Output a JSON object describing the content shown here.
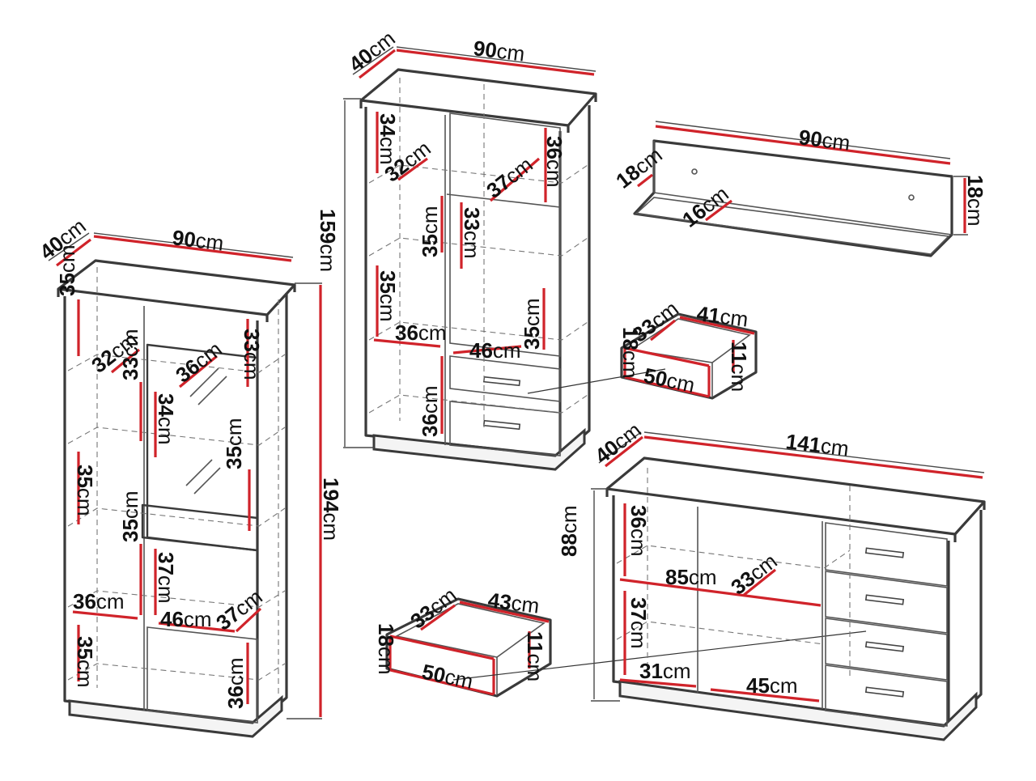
{
  "colors": {
    "accent": "#d0232a",
    "outline": "#3a3a3a",
    "background": "#ffffff"
  },
  "unit": "cm",
  "tall_cabinet": {
    "width": "90",
    "depth": "40",
    "height": "194",
    "inner": [
      "35",
      "32",
      "36",
      "33",
      "33",
      "34",
      "35",
      "35",
      "35",
      "37",
      "36",
      "46",
      "37",
      "35",
      "36"
    ]
  },
  "medium_cabinet": {
    "width": "90",
    "depth": "40",
    "height": "159",
    "inner": [
      "34",
      "32",
      "37",
      "36",
      "35",
      "33",
      "35",
      "36",
      "46",
      "35",
      "36"
    ]
  },
  "wall_shelf": {
    "width": "90",
    "height": "18",
    "side": "18",
    "depth": "16"
  },
  "small_drawer": {
    "depth": "33",
    "width": "41",
    "front_height": "18",
    "inner_height": "11",
    "front_width": "50"
  },
  "large_drawer": {
    "depth": "33",
    "width": "43",
    "front_height": "18",
    "inner_height": "11",
    "front_width": "50"
  },
  "sideboard": {
    "width": "141",
    "depth": "40",
    "height": "88",
    "inner": [
      "36",
      "85",
      "33",
      "37",
      "31",
      "45"
    ]
  }
}
